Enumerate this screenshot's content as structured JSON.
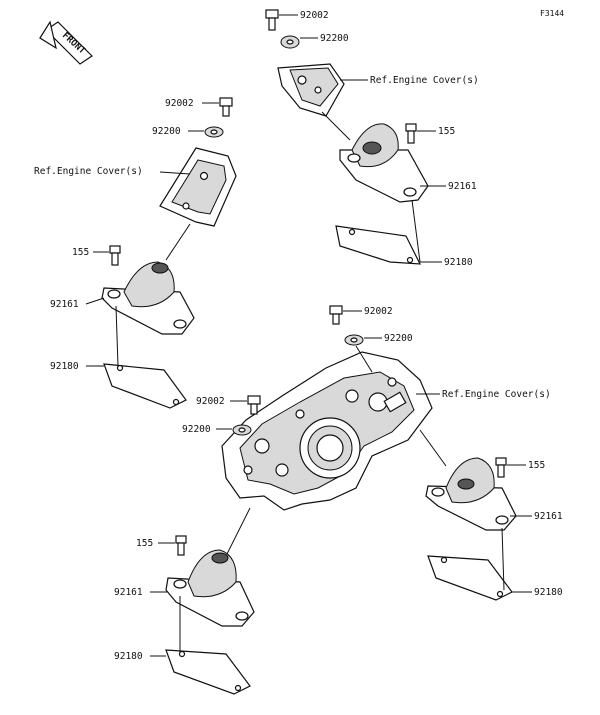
{
  "figure_id": "F3144",
  "front_label": "FRONT",
  "labels": {
    "bolt_top": "92002",
    "washer_top": "92200",
    "ref_cover_top": "Ref.Engine Cover(s)",
    "bolt_155_top": "155",
    "mount_top": "92161",
    "plate_top": "92180",
    "bolt_left": "92002",
    "washer_left": "92200",
    "ref_cover_left": "Ref.Engine Cover(s)",
    "bolt_155_left": "155",
    "mount_left": "92161",
    "plate_left": "92180",
    "bolt_center": "92002",
    "washer_center": "92200",
    "ref_cover_center": "Ref.Engine Cover(s)",
    "bolt_155_right": "155",
    "mount_right": "92161",
    "plate_right": "92180",
    "bolt_mid_left": "92002",
    "washer_mid_left": "92200",
    "bolt_155_bottom": "155",
    "mount_bottom": "92161",
    "plate_bottom": "92180"
  }
}
